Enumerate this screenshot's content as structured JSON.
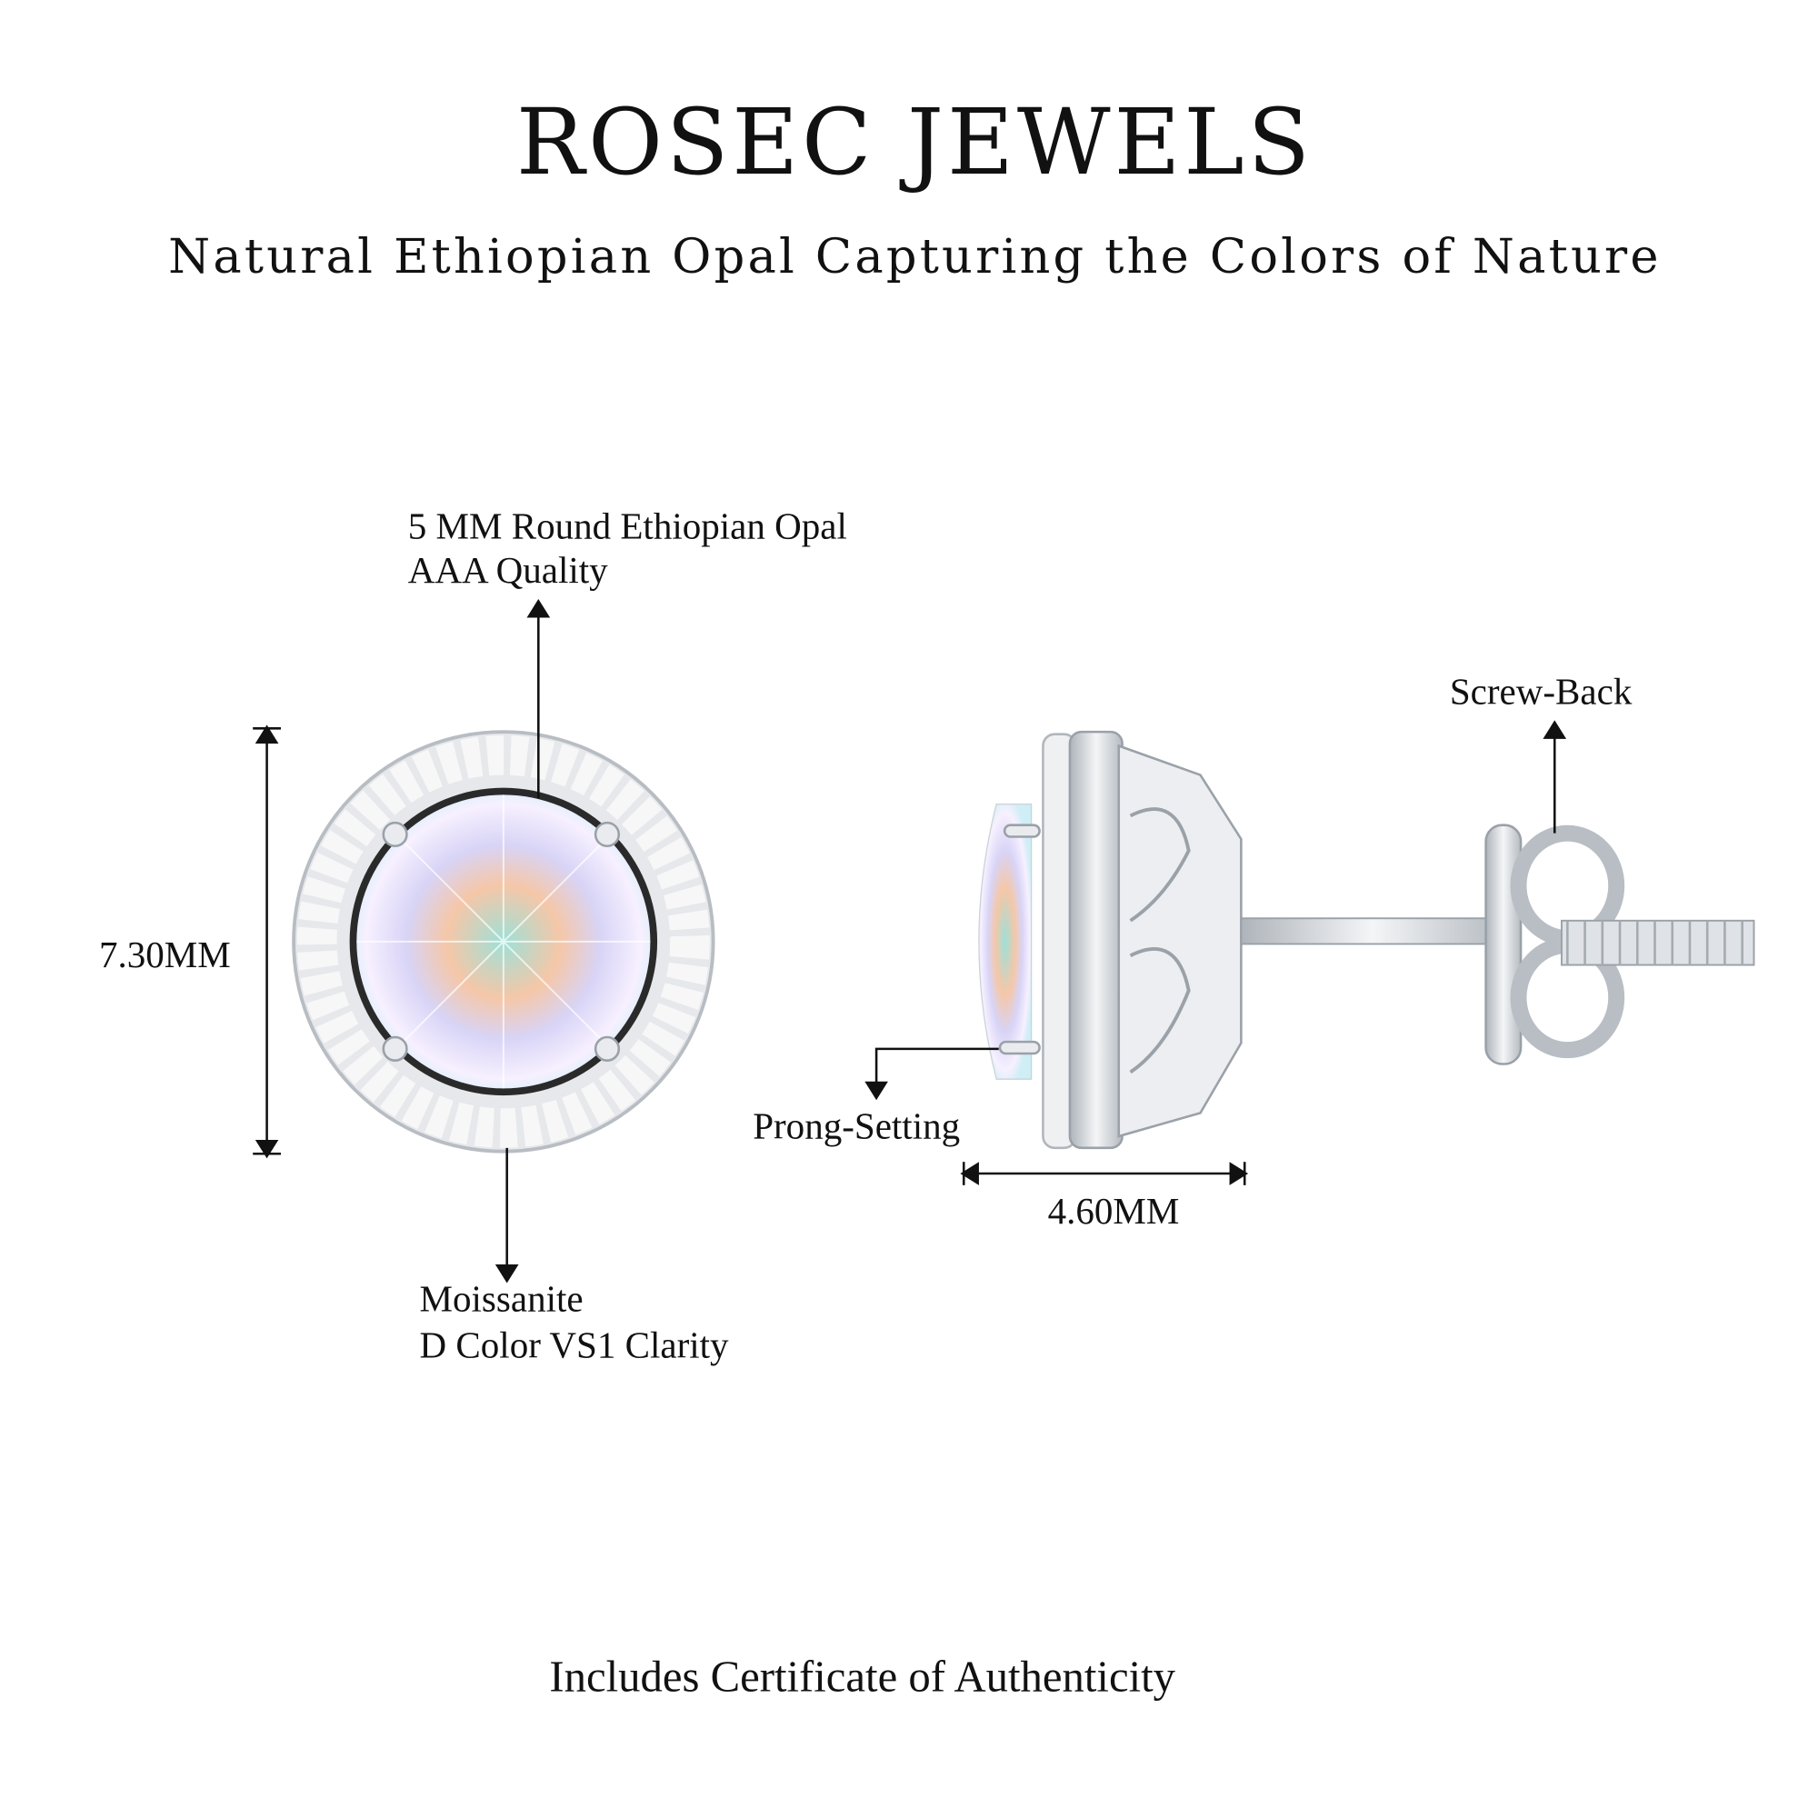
{
  "brand": {
    "title": "ROSEC JEWELS",
    "subtitle": "Natural Ethiopian Opal Capturing the Colors of Nature"
  },
  "annotations": {
    "center_stone": {
      "line1": "5 MM Round Ethiopian Opal",
      "line2": "AAA Quality"
    },
    "height": "7.30MM",
    "halo": {
      "line1": "Moissanite",
      "line2": "D Color VS1 Clarity"
    },
    "prong": "Prong-Setting",
    "depth": "4.60MM",
    "back": "Screw-Back"
  },
  "footer": {
    "text": "Includes Certificate of Authenticity"
  },
  "colors": {
    "metal": "#d9dde2",
    "metal_dark": "#9aa1a8",
    "opal": "#bfe9ee",
    "ink": "#111111"
  }
}
